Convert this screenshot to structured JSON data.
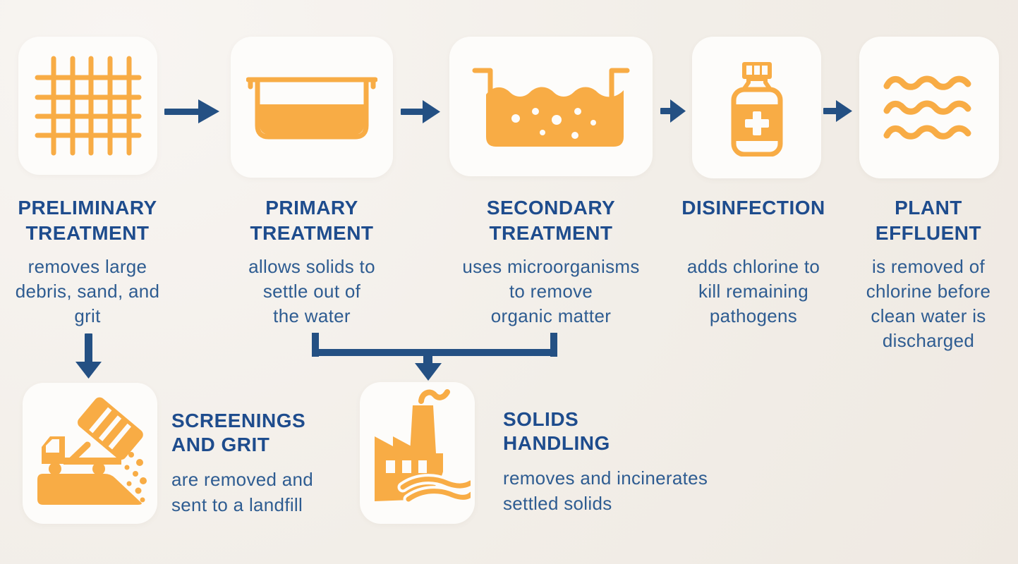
{
  "palette": {
    "background": "#f2eee8",
    "card": "#fdfcfa",
    "orange": "#f8ac45",
    "navy": "#1e4c8d",
    "body_blue": "#2e5c91",
    "connector": "#245083"
  },
  "stages": [
    {
      "title": "PRELIMINARY\nTREATMENT",
      "desc": "removes large\ndebris, sand, and\ngrit",
      "icon": "bar-screen-grid-icon"
    },
    {
      "title": "PRIMARY\nTREATMENT",
      "desc": "allows solids to\nsettle out of\nthe water",
      "icon": "settling-basin-icon"
    },
    {
      "title": "SECONDARY\nTREATMENT",
      "desc": "uses microorganisms\nto remove\norganic matter",
      "icon": "aeration-tank-icon"
    },
    {
      "title": "DISINFECTION",
      "desc": "adds chlorine to\nkill remaining\npathogens",
      "icon": "chlorine-bottle-icon"
    },
    {
      "title": "PLANT\nEFFLUENT",
      "desc": "is removed of\nchlorine before\nclean water is\ndischarged",
      "icon": "clean-water-waves-icon"
    }
  ],
  "byproducts": [
    {
      "title": "SCREENINGS\nAND GRIT",
      "desc": "are removed and\nsent to a landfill",
      "icon": "dump-truck-icon"
    },
    {
      "title": "SOLIDS\nHANDLING",
      "desc": "removes and incinerates\nsettled solids",
      "icon": "incinerator-factory-icon"
    }
  ]
}
